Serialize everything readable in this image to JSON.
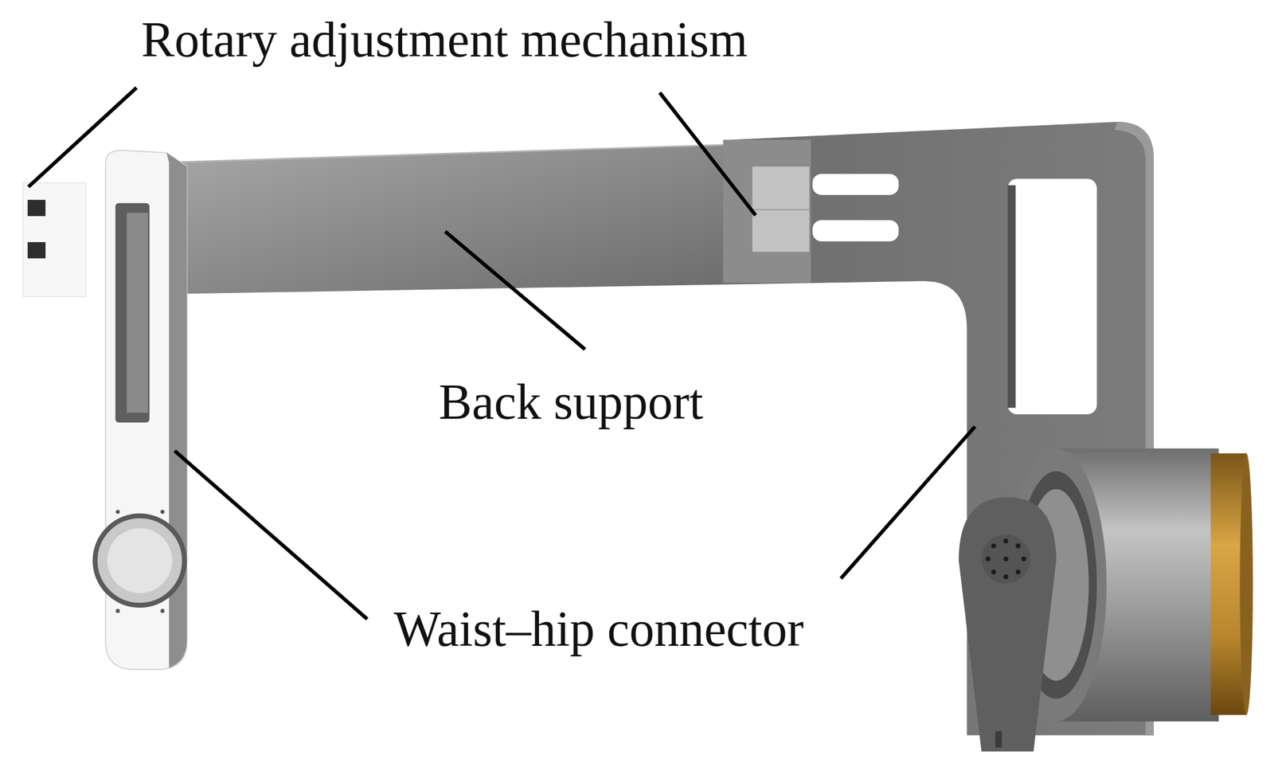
{
  "diagram": {
    "labels": [
      "Rotary adjustment mechanism",
      "Back support",
      "Waist–hip connector"
    ]
  }
}
